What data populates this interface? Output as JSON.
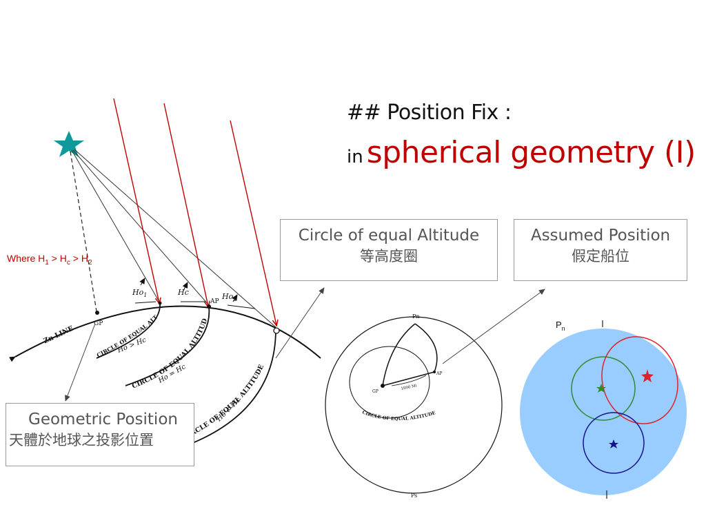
{
  "slide": {
    "title_line1": "## Position Fix :",
    "title_line2_small": "in",
    "title_line2_big": "spherical geometry (I)"
  },
  "condition": {
    "prefix": "Where H",
    "s1": "1",
    "op1": " > H",
    "s2": "c",
    "op2": " > H",
    "s3": "2"
  },
  "labels": {
    "circle_equal_altitude_en": "Circle of equal Altitude",
    "circle_equal_altitude_zh": "等高度圈",
    "assumed_position_en": "Assumed Position",
    "assumed_position_zh": "假定船位",
    "geometric_position_en": "Geometric Position",
    "geometric_position_zh": "天體於地球之投影位置"
  },
  "left_figure": {
    "zn_line": "Zn LINE",
    "gp": "GP",
    "ap": "AP",
    "ho1": "Ho",
    "ho1_sub": "1",
    "hc": "Hc",
    "ho2": "Ho",
    "ho2_sub": "2",
    "circle1_title": "CIRCLE OF EQUAL ALTITUDE",
    "circle1_rel": "Ho > Hc",
    "circle2_title": "CIRCLE OF EQUAL ALTITUDE",
    "circle2_rel": "Ho = Hc",
    "circle3_title": "CIRCLE OF EQUAL ALTITUDE",
    "circle3_rel": "Ho < Hc"
  },
  "middle_figure": {
    "pn": "Pn",
    "ps": "Ps",
    "ap": "AP",
    "gp": "GP",
    "dist": "1800 Mi",
    "circle_label": "CIRCLE OF EQUAL ALTITUDE"
  },
  "right_figure": {
    "pn": "P",
    "pn_sub": "n"
  },
  "colors": {
    "accent_red": "#c00000",
    "teal_star": "#0e9a9a",
    "sky_blue": "#99ccff",
    "green": "#2e8b2e",
    "navy": "#14148c"
  }
}
